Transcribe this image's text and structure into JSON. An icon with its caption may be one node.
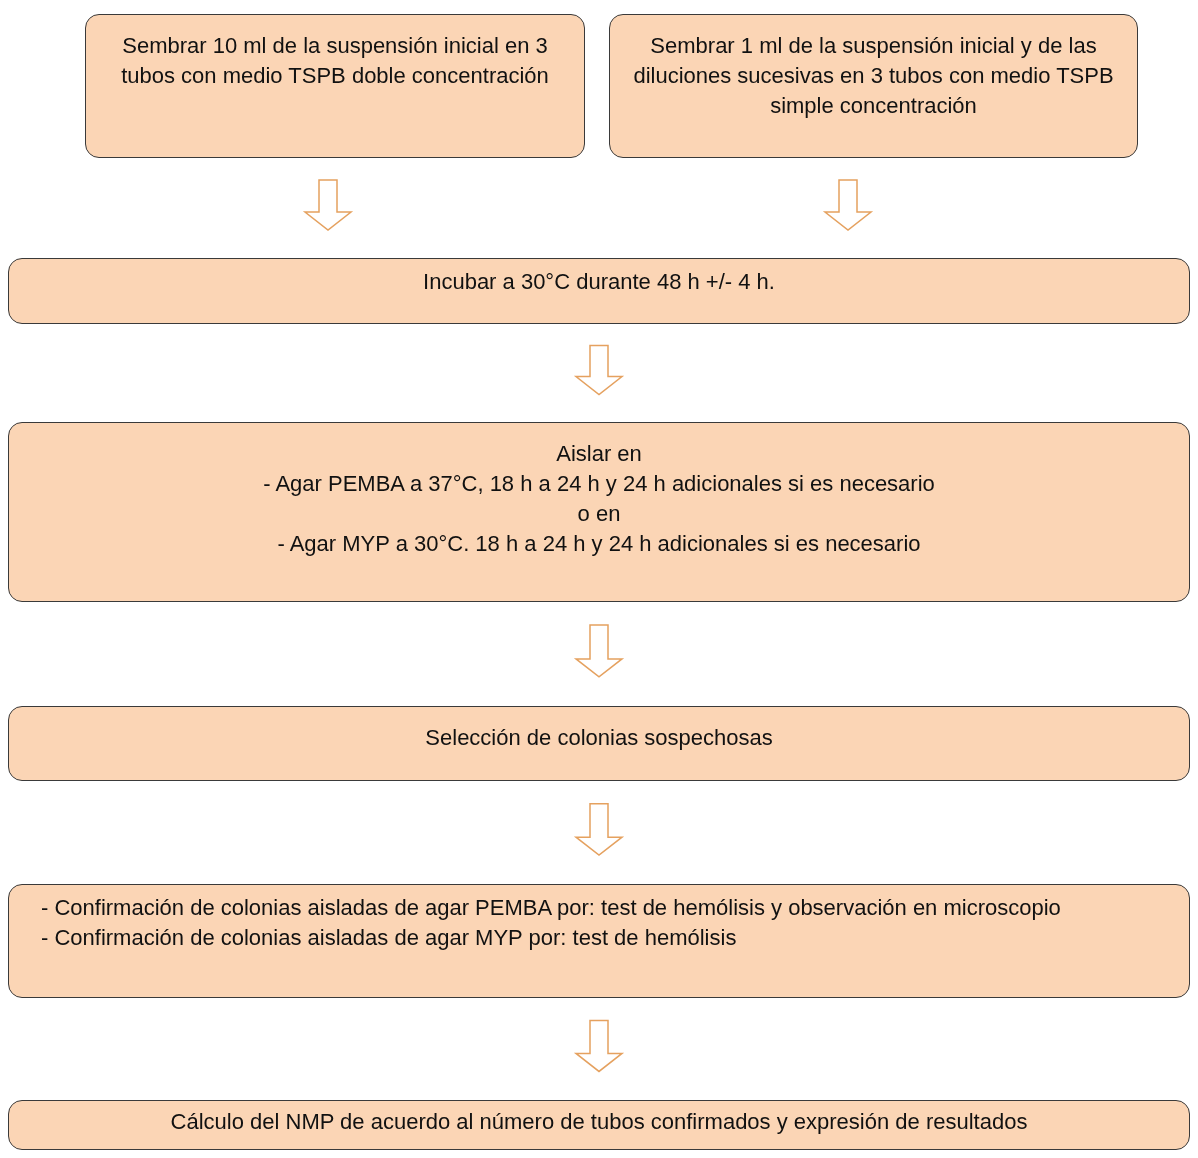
{
  "diagram": {
    "nodes": [
      {
        "text": [
          "Sembrar 10 ml de la suspensión inicial en 3 tubos con medio TSPB doble concentración"
        ]
      },
      {
        "text": [
          "Sembrar 1 ml de la suspensión inicial y de las diluciones sucesivas en 3 tubos con medio TSPB simple concentración"
        ]
      },
      {
        "text": [
          "Incubar a 30°C durante 48 h +/- 4 h."
        ]
      },
      {
        "text": [
          "Aislar en",
          "- Agar PEMBA a 37°C, 18 h a 24 h y 24 h adicionales si es necesario",
          "o en",
          "- Agar MYP a 30°C. 18 h a 24 h y 24 h adicionales si es necesario"
        ]
      },
      {
        "text": [
          "Selección de colonias sospechosas"
        ]
      },
      {
        "text": [
          "- Confirmación de colonias aisladas de agar PEMBA por: test de hemólisis y observación en microscopio",
          "- Confirmación de colonias aisladas de agar MYP por: test de hemólisis"
        ]
      },
      {
        "text": [
          "Cálculo del NMP de acuerdo al número de tubos confirmados y expresión de resultados"
        ]
      }
    ],
    "edges": [
      {
        "from": 0,
        "to": 2,
        "arrow": "to"
      },
      {
        "from": 1,
        "to": 2,
        "arrow": "to"
      },
      {
        "from": 2,
        "to": 3,
        "arrow": "to"
      },
      {
        "from": 3,
        "to": 4,
        "arrow": "to"
      },
      {
        "from": 4,
        "to": 5,
        "arrow": "to"
      },
      {
        "from": 5,
        "to": 6,
        "arrow": "to"
      }
    ]
  }
}
